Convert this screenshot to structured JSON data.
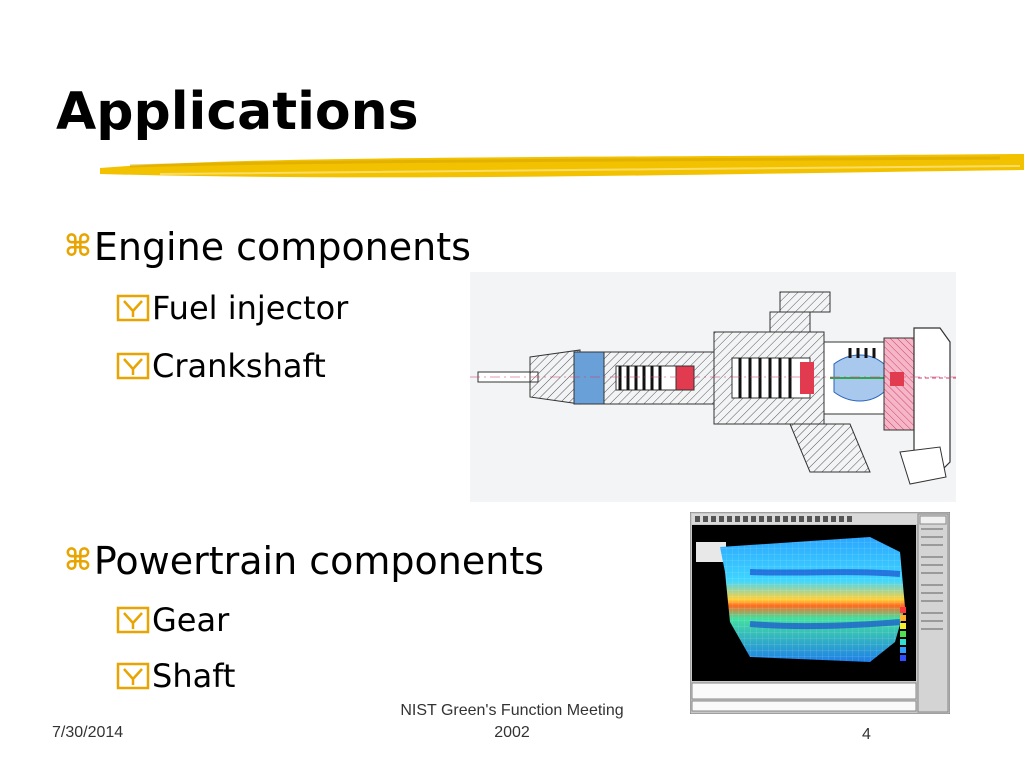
{
  "slide": {
    "title": "Applications",
    "bullets": [
      {
        "label": "Engine components",
        "sub": [
          "Fuel injector",
          "Crankshaft"
        ]
      },
      {
        "label": "Powertrain components",
        "sub": [
          "Gear",
          "Shaft"
        ]
      }
    ]
  },
  "footer": {
    "date": "7/30/2014",
    "center_line1": "NIST Green's Function Meeting",
    "center_line2": "2002",
    "page_number": "4"
  },
  "colors": {
    "accent_yellow": "#f2c200",
    "bullet_orange": "#e8a400"
  },
  "icons": {
    "level1_bullet": "command-glyph-icon",
    "level2_bullet": "checkbox-y-icon"
  }
}
